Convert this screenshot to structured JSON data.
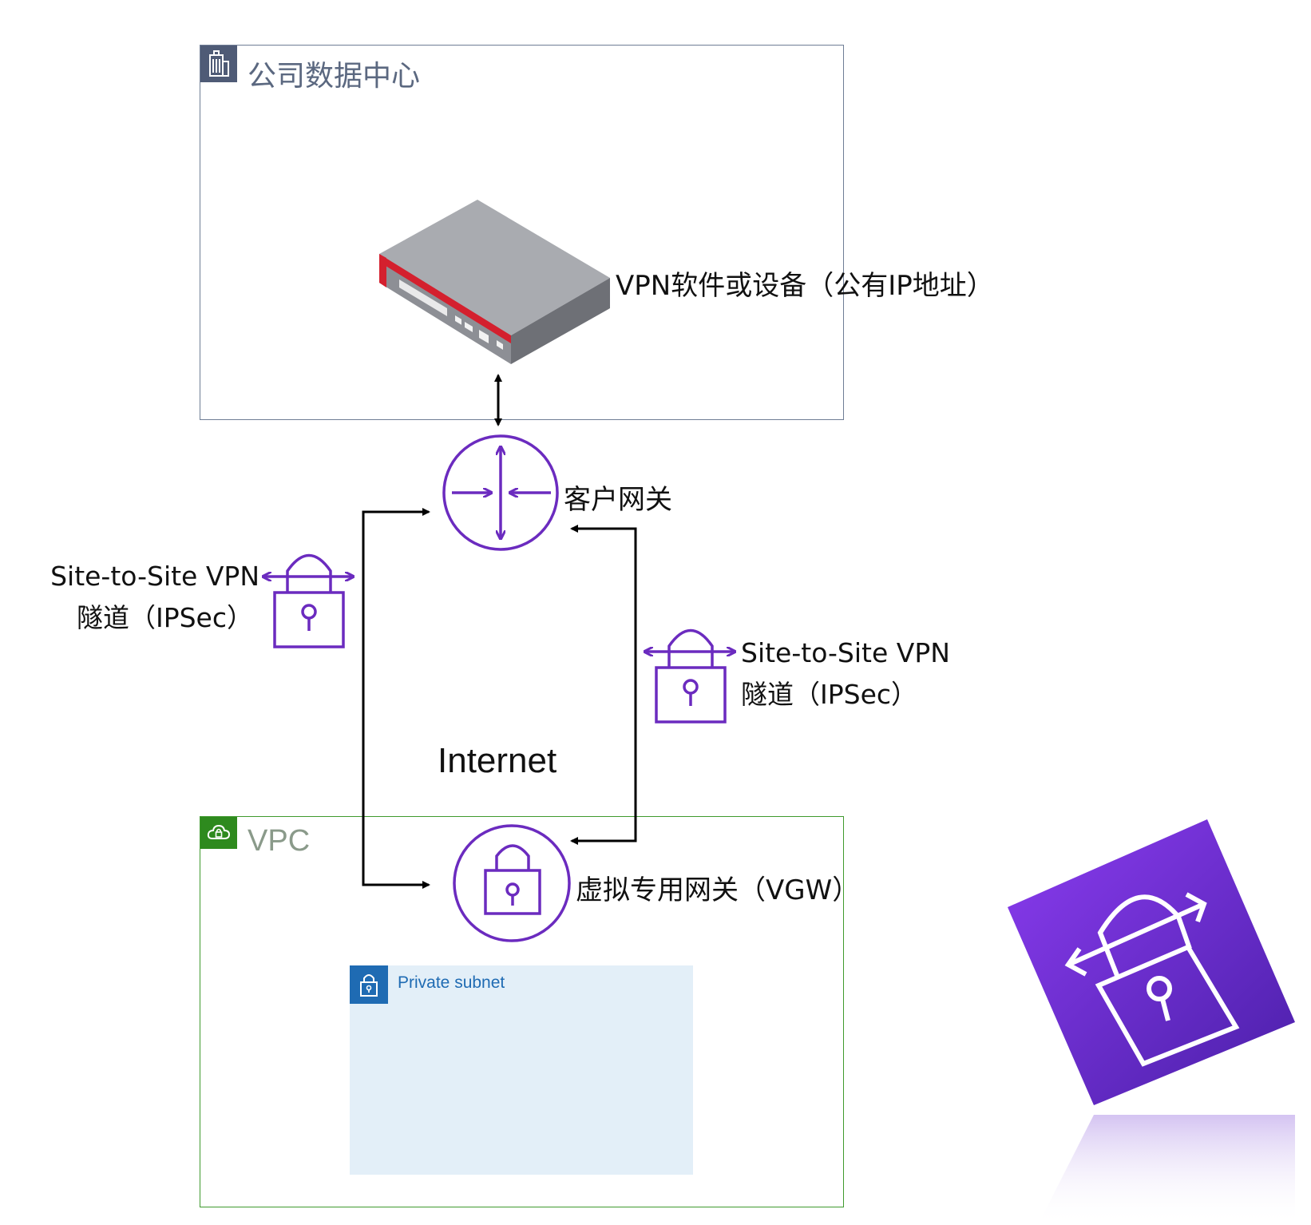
{
  "datacenter": {
    "label": "公司数据中心",
    "icon": "building-icon"
  },
  "device": {
    "label": "VPN软件或设备（公有IP地址）",
    "icon": "vpn-appliance-icon"
  },
  "customer_gateway": {
    "label": "客户网关",
    "icon": "router-icon"
  },
  "internet": {
    "label": "Internet"
  },
  "tunnel_left": {
    "line1": "Site-to-Site VPN",
    "line2": "隧道（IPSec）",
    "icon": "vpn-tunnel-lock-icon"
  },
  "tunnel_right": {
    "line1": "Site-to-Site VPN",
    "line2": "隧道（IPSec）",
    "icon": "vpn-tunnel-lock-icon"
  },
  "vpc": {
    "label": "VPC",
    "icon": "cloud-lock-icon"
  },
  "vgw": {
    "label": "虚拟专用网关（VGW）",
    "icon": "lock-icon"
  },
  "subnet": {
    "label": "Private subnet",
    "icon": "padlock-icon"
  },
  "logo": {
    "icon": "aws-site-to-site-vpn-logo"
  },
  "colors": {
    "purple": "#6b2bbf",
    "datacenter_border": "#6f7d95",
    "vpc_border": "#3f9a2e",
    "subnet_fill": "#e3eff8",
    "subnet_accent": "#1f6bb3",
    "device_red": "#d4202e"
  }
}
